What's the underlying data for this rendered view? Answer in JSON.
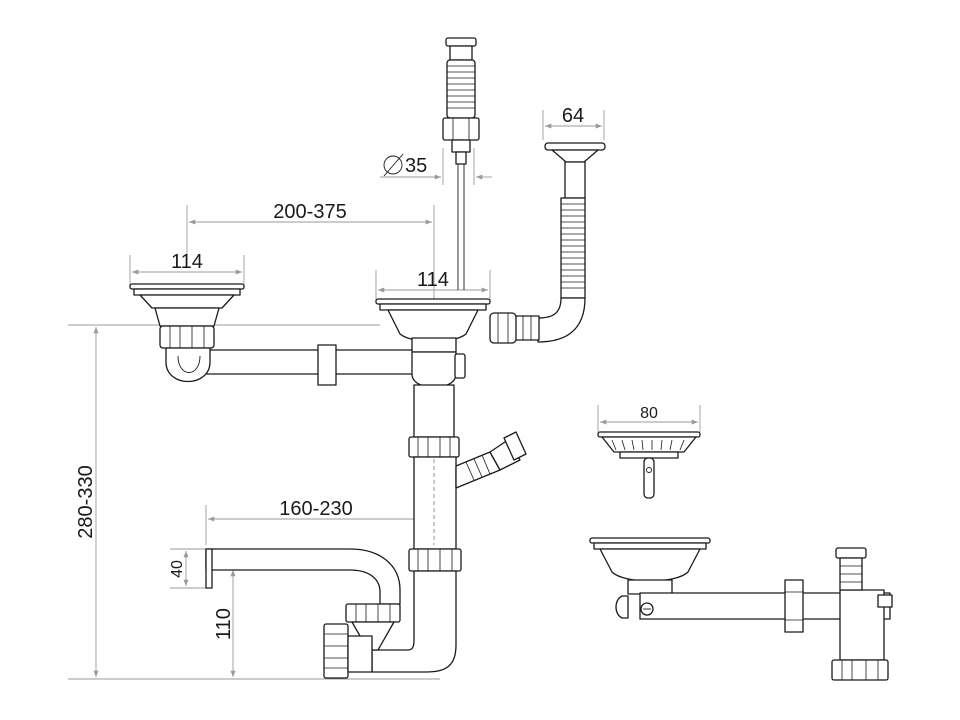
{
  "dimensions": {
    "basket_left": "114",
    "basket_center": "114",
    "center_distance": "200-375",
    "overflow_pipe_diameter": "35",
    "overflow_head": "64",
    "trap_height": "280-330",
    "outlet_offset": "160-230",
    "outlet_diameter": "40",
    "outlet_height": "110",
    "small_basket": "80"
  },
  "colors": {
    "line": "#1a1a1a",
    "dimension": "#9a9a9a"
  }
}
